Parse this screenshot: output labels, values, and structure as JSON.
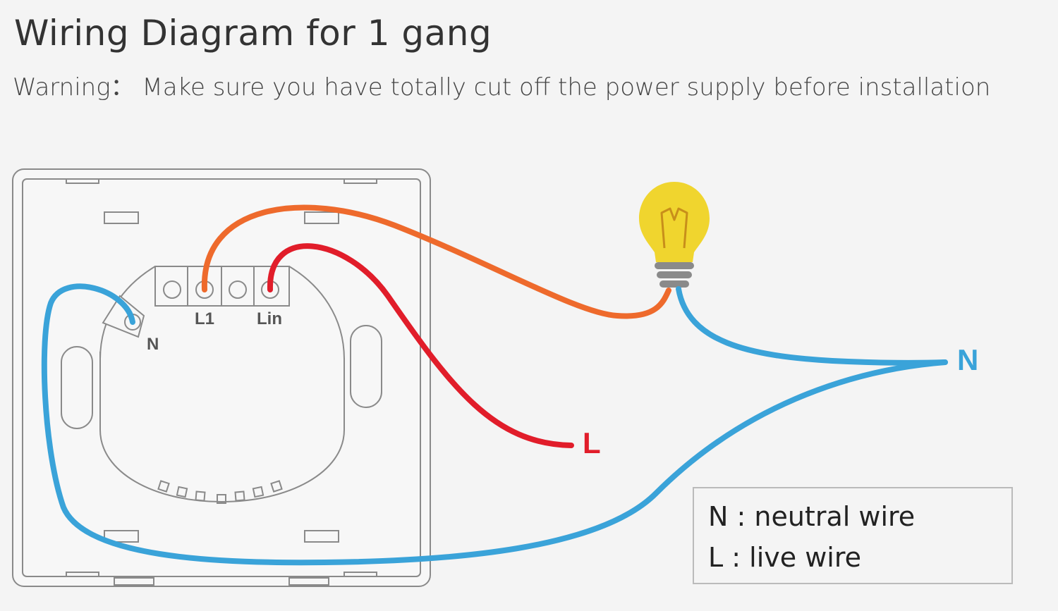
{
  "title": "Wiring Diagram for 1 gang",
  "warning": "Warning： Make sure you have totally cut off the power supply before installation",
  "terminals": {
    "l1": "L1",
    "lin": "Lin",
    "n": "N"
  },
  "wires": {
    "live_label": "L",
    "neutral_label": "N"
  },
  "legend": {
    "neutral": "N : neutral wire",
    "live": "L : live wire"
  },
  "colors": {
    "live_wire": "#e11d2a",
    "load_wire": "#ee6a2c",
    "neutral_wire": "#3aa3d9",
    "bulb_glass": "#f0d52e",
    "outline": "#8a8a8a"
  }
}
